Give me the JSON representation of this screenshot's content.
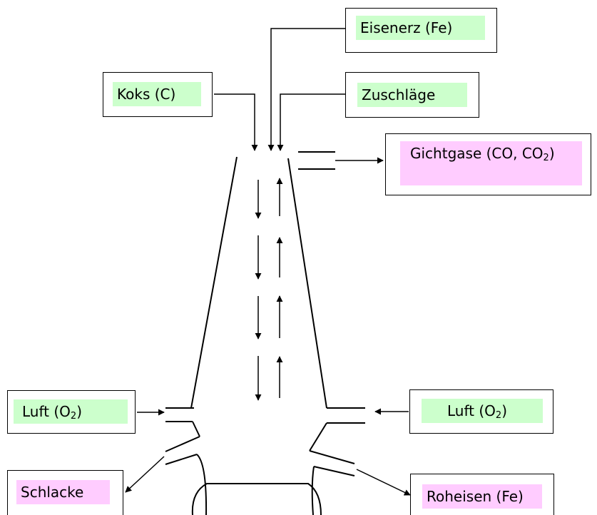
{
  "inputs": {
    "iron_ore": "Eisenerz (Fe)",
    "coke": "Koks (C)",
    "additives": "Zuschläge",
    "air_left": {
      "main": "Luft (O",
      "sub": "2",
      "close": ")"
    },
    "air_right": {
      "main": "Luft (O",
      "sub": "2",
      "close": ")"
    }
  },
  "outputs": {
    "top_gas": {
      "main": "Gichtgase (CO, CO",
      "sub": "2",
      "close": ")"
    },
    "slag": "Schlacke",
    "pig_iron": "Roheisen (Fe)"
  },
  "colors": {
    "input_highlight": "#ccffcc",
    "output_highlight": "#ffccff",
    "line": "#000000"
  }
}
